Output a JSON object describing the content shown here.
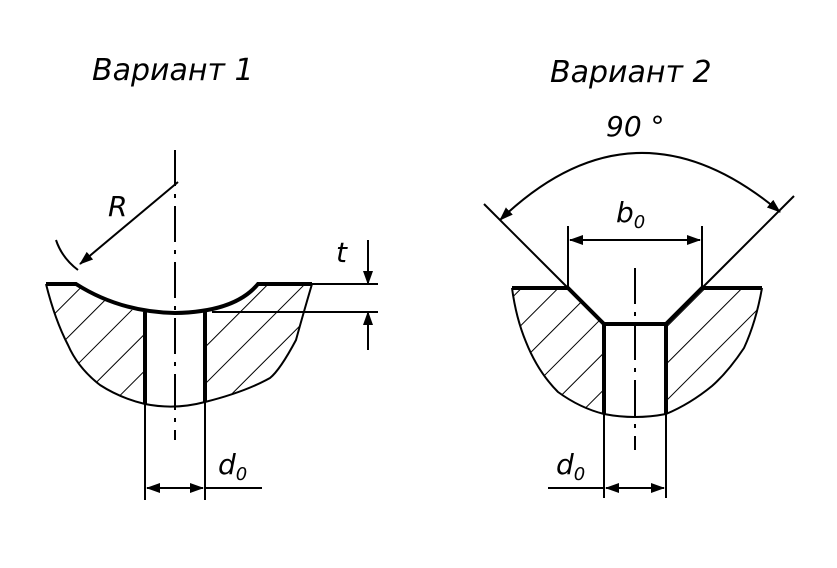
{
  "variant1": {
    "title": "Вариант 1",
    "label_R": "R",
    "label_t": "t",
    "label_d": "d",
    "label_d_sub": "0"
  },
  "variant2": {
    "title": "Вариант 2",
    "label_angle": "90 °",
    "label_b": "b",
    "label_b_sub": "0",
    "label_d": "d",
    "label_d_sub": "0"
  },
  "colors": {
    "ink": "#000000",
    "paper": "#ffffff"
  }
}
